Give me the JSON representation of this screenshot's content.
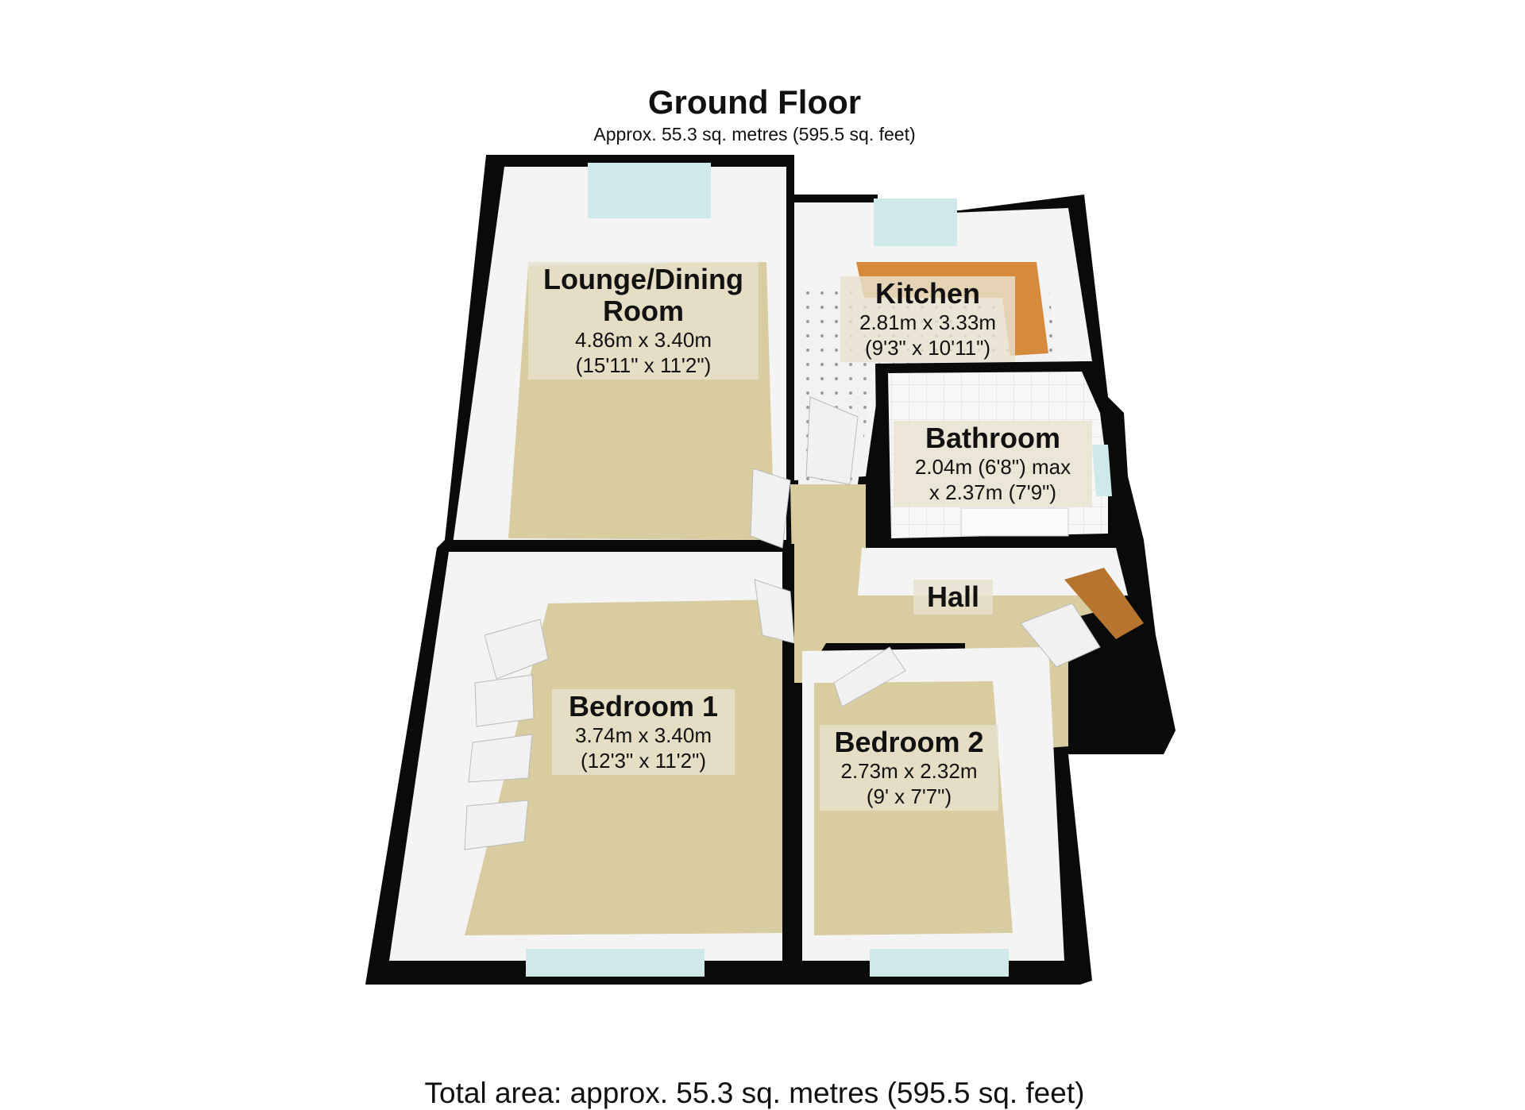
{
  "header": {
    "title": "Ground Floor",
    "subtitle": "Approx. 55.3 sq. metres (595.5 sq. feet)"
  },
  "rooms": {
    "lounge": {
      "name1": "Lounge/Dining",
      "name2": "Room",
      "dim_metric": "4.86m x 3.40m",
      "dim_imperial": "(15'11\" x 11'2\")"
    },
    "kitchen": {
      "name": "Kitchen",
      "dim_metric": "2.81m x 3.33m",
      "dim_imperial": "(9'3\" x 10'11\")"
    },
    "bathroom": {
      "name": "Bathroom",
      "dim_line1": "2.04m (6'8\") max",
      "dim_line2": "x 2.37m (7'9\")"
    },
    "hall": {
      "name": "Hall"
    },
    "bedroom1": {
      "name": "Bedroom 1",
      "dim_metric": "3.74m x 3.40m",
      "dim_imperial": "(12'3\" x 11'2\")"
    },
    "bedroom2": {
      "name": "Bedroom 2",
      "dim_metric": "2.73m x 2.32m",
      "dim_imperial": "(9' x 7'7\")"
    }
  },
  "footer": {
    "total_area": "Total area: approx. 55.3 sq. metres (595.5 sq. feet)"
  },
  "colors": {
    "wall": "#0a0a0a",
    "carpet": "#d8cca0",
    "worktop": "#d68a3c",
    "window_glass": "#cfe9ea",
    "inner_wall": "#f4f4f4"
  }
}
